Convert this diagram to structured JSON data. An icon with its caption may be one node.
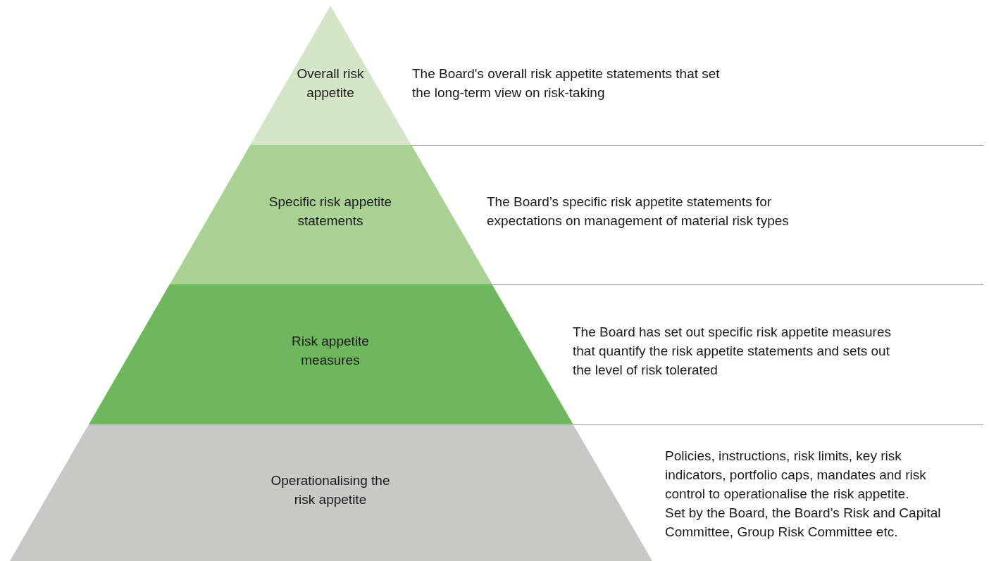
{
  "diagram": {
    "nodes": [
      {
        "text": [
          "Overall risk appetite"
        ],
        "beside": [
          "The Board's overall risk appetite statements that set the long-term view on risk-taking"
        ]
      },
      {
        "text": [
          "Specific risk appetite statements"
        ],
        "beside": [
          "The Board’s specific risk appetite statements for expectations on management of material risk types"
        ]
      },
      {
        "text": [
          "Risk appetite measures"
        ],
        "beside": [
          "The Board has set out specific risk appetite measures that quantify the risk appetite statements and sets out the level of risk tolerated"
        ]
      },
      {
        "text": [
          "Operationalising the risk appetite"
        ],
        "beside": [
          "Policies, instructions, risk limits, key risk indicators, portfolio caps, mandates and risk control to operationalise the risk appetite.",
          "Set by the Board, the Board’s Risk and Capital Committee, Group Risk Committee etc."
        ]
      }
    ]
  }
}
